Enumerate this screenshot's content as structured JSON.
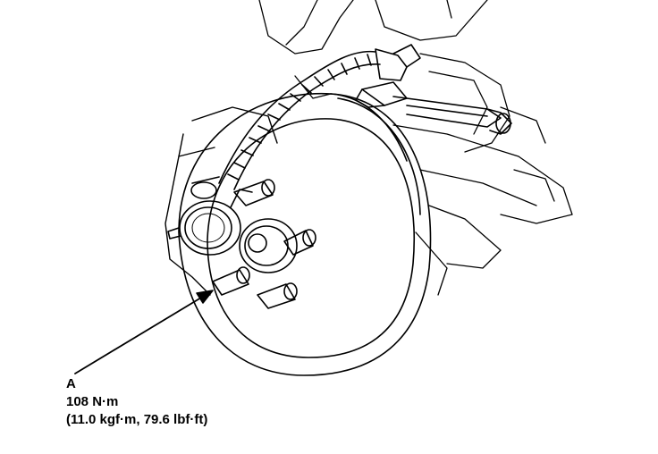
{
  "callout": {
    "letter": "A",
    "torque_nm": "108 N·m",
    "torque_alt": "(11.0 kgf·m, 79.6 lbf·ft)"
  },
  "colors": {
    "ink": "#000000",
    "paper": "#ffffff"
  }
}
